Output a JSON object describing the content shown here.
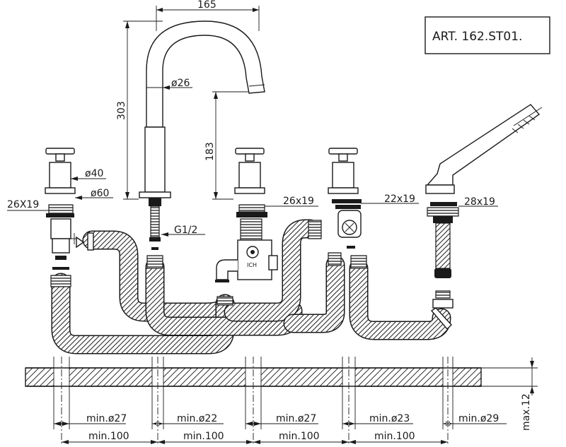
{
  "article_code": "ART.  162.ST01.",
  "dimensions": {
    "spout_reach": "165",
    "total_height": "303",
    "spout_height": "183",
    "spout_diameter": "ø26",
    "handle_diameter": "ø40",
    "base_diameter": "ø60",
    "thread": "G1/2",
    "nut_left": "26X19",
    "nut_center": "26x19",
    "nut_right": "22x19",
    "nut_shower": "28x19",
    "valve_label": "ICH"
  },
  "deck": {
    "max_thickness": "max.12",
    "holes": [
      "min.ø27",
      "min.ø22",
      "min.ø27",
      "min.ø23",
      "min.ø29"
    ],
    "spacings": [
      "min.100",
      "min.100",
      "min.100",
      "min.100"
    ]
  },
  "colors": {
    "line": "#1a1a1a",
    "background": "#ffffff"
  }
}
